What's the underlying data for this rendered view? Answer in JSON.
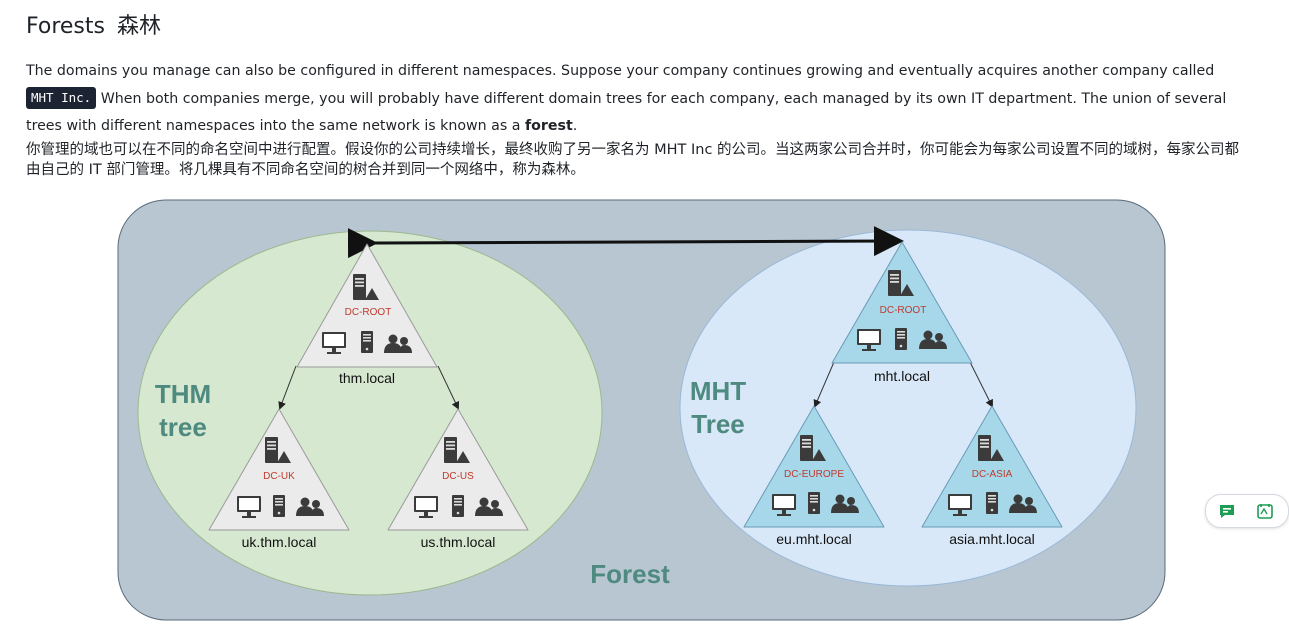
{
  "heading": {
    "en": "Forests",
    "zh": "森林"
  },
  "intro": {
    "part1": "The domains you manage can also be configured in different namespaces. Suppose your company continues growing and eventually acquires another company called ",
    "code": "MHT Inc.",
    "part2": " When both companies merge, you will probably have different domain trees for each company, each managed by its own IT department. The union of several trees with different namespaces into the same network is known as a ",
    "bold": "forest",
    "part3": "."
  },
  "translation": "你管理的域也可以在不同的命名空间中进行配置。假设你的公司持续增长，最终收购了另一家名为 MHT Inc 的公司。当这两家公司合并时，你可能会为每家公司设置不同的域树，每家公司都由自己的 IT 部门管理。将几棵具有不同命名空间的树合并到同一个网络中，称为森林。",
  "diagram": {
    "forest_label": "Forest",
    "thm_tree": {
      "label_line1": "THM",
      "label_line2": "tree",
      "root": {
        "dc": "DC-ROOT",
        "domain": "thm.local"
      },
      "left": {
        "dc": "DC-UK",
        "domain": "uk.thm.local"
      },
      "right": {
        "dc": "DC-US",
        "domain": "us.thm.local"
      }
    },
    "mht_tree": {
      "label_line1": "MHT",
      "label_line2": "Tree",
      "root": {
        "dc": "DC-ROOT",
        "domain": "mht.local"
      },
      "left": {
        "dc": "DC-EUROPE",
        "domain": "eu.mht.local"
      },
      "right": {
        "dc": "DC-ASIA",
        "domain": "asia.mht.local"
      }
    },
    "colors": {
      "forest_bg": "#b8c6d2",
      "thm_bg": "#d6e8d0",
      "mht_bg": "#d8e8f8",
      "thm_triangle": "#ebebeb",
      "mht_triangle": "#a6d8ea",
      "tree_label": "#4e8a80",
      "dc_label": "#c0392b"
    }
  },
  "floating_buttons": [
    "chat-icon",
    "translate-icon"
  ]
}
